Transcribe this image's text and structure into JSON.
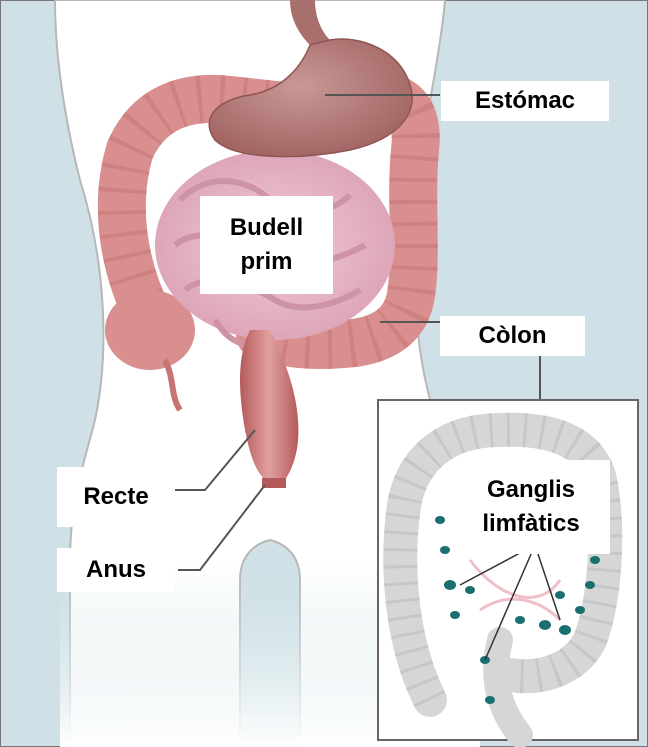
{
  "labels": {
    "stomach": "Estómac",
    "small_intestine_line1": "Budell",
    "small_intestine_line2": "prim",
    "colon": "Còlon",
    "rectum": "Recte",
    "anus": "Anus",
    "lymph_nodes_line1": "Ganglis",
    "lymph_nodes_line2": "limfàtics"
  },
  "colors": {
    "background": "#cfe1e6",
    "body_fill": "#ffffff",
    "stomach": "#b77a78",
    "colon": "#d98f8f",
    "small_intestine": "#e7b7c6",
    "rectum": "#c86c6c",
    "lymph_node": "#1a6f70",
    "leader_line": "#555555"
  },
  "icons": {
    "anatomy": "digestive-tract-illustration",
    "inset": "colon-lymph-nodes-inset"
  }
}
